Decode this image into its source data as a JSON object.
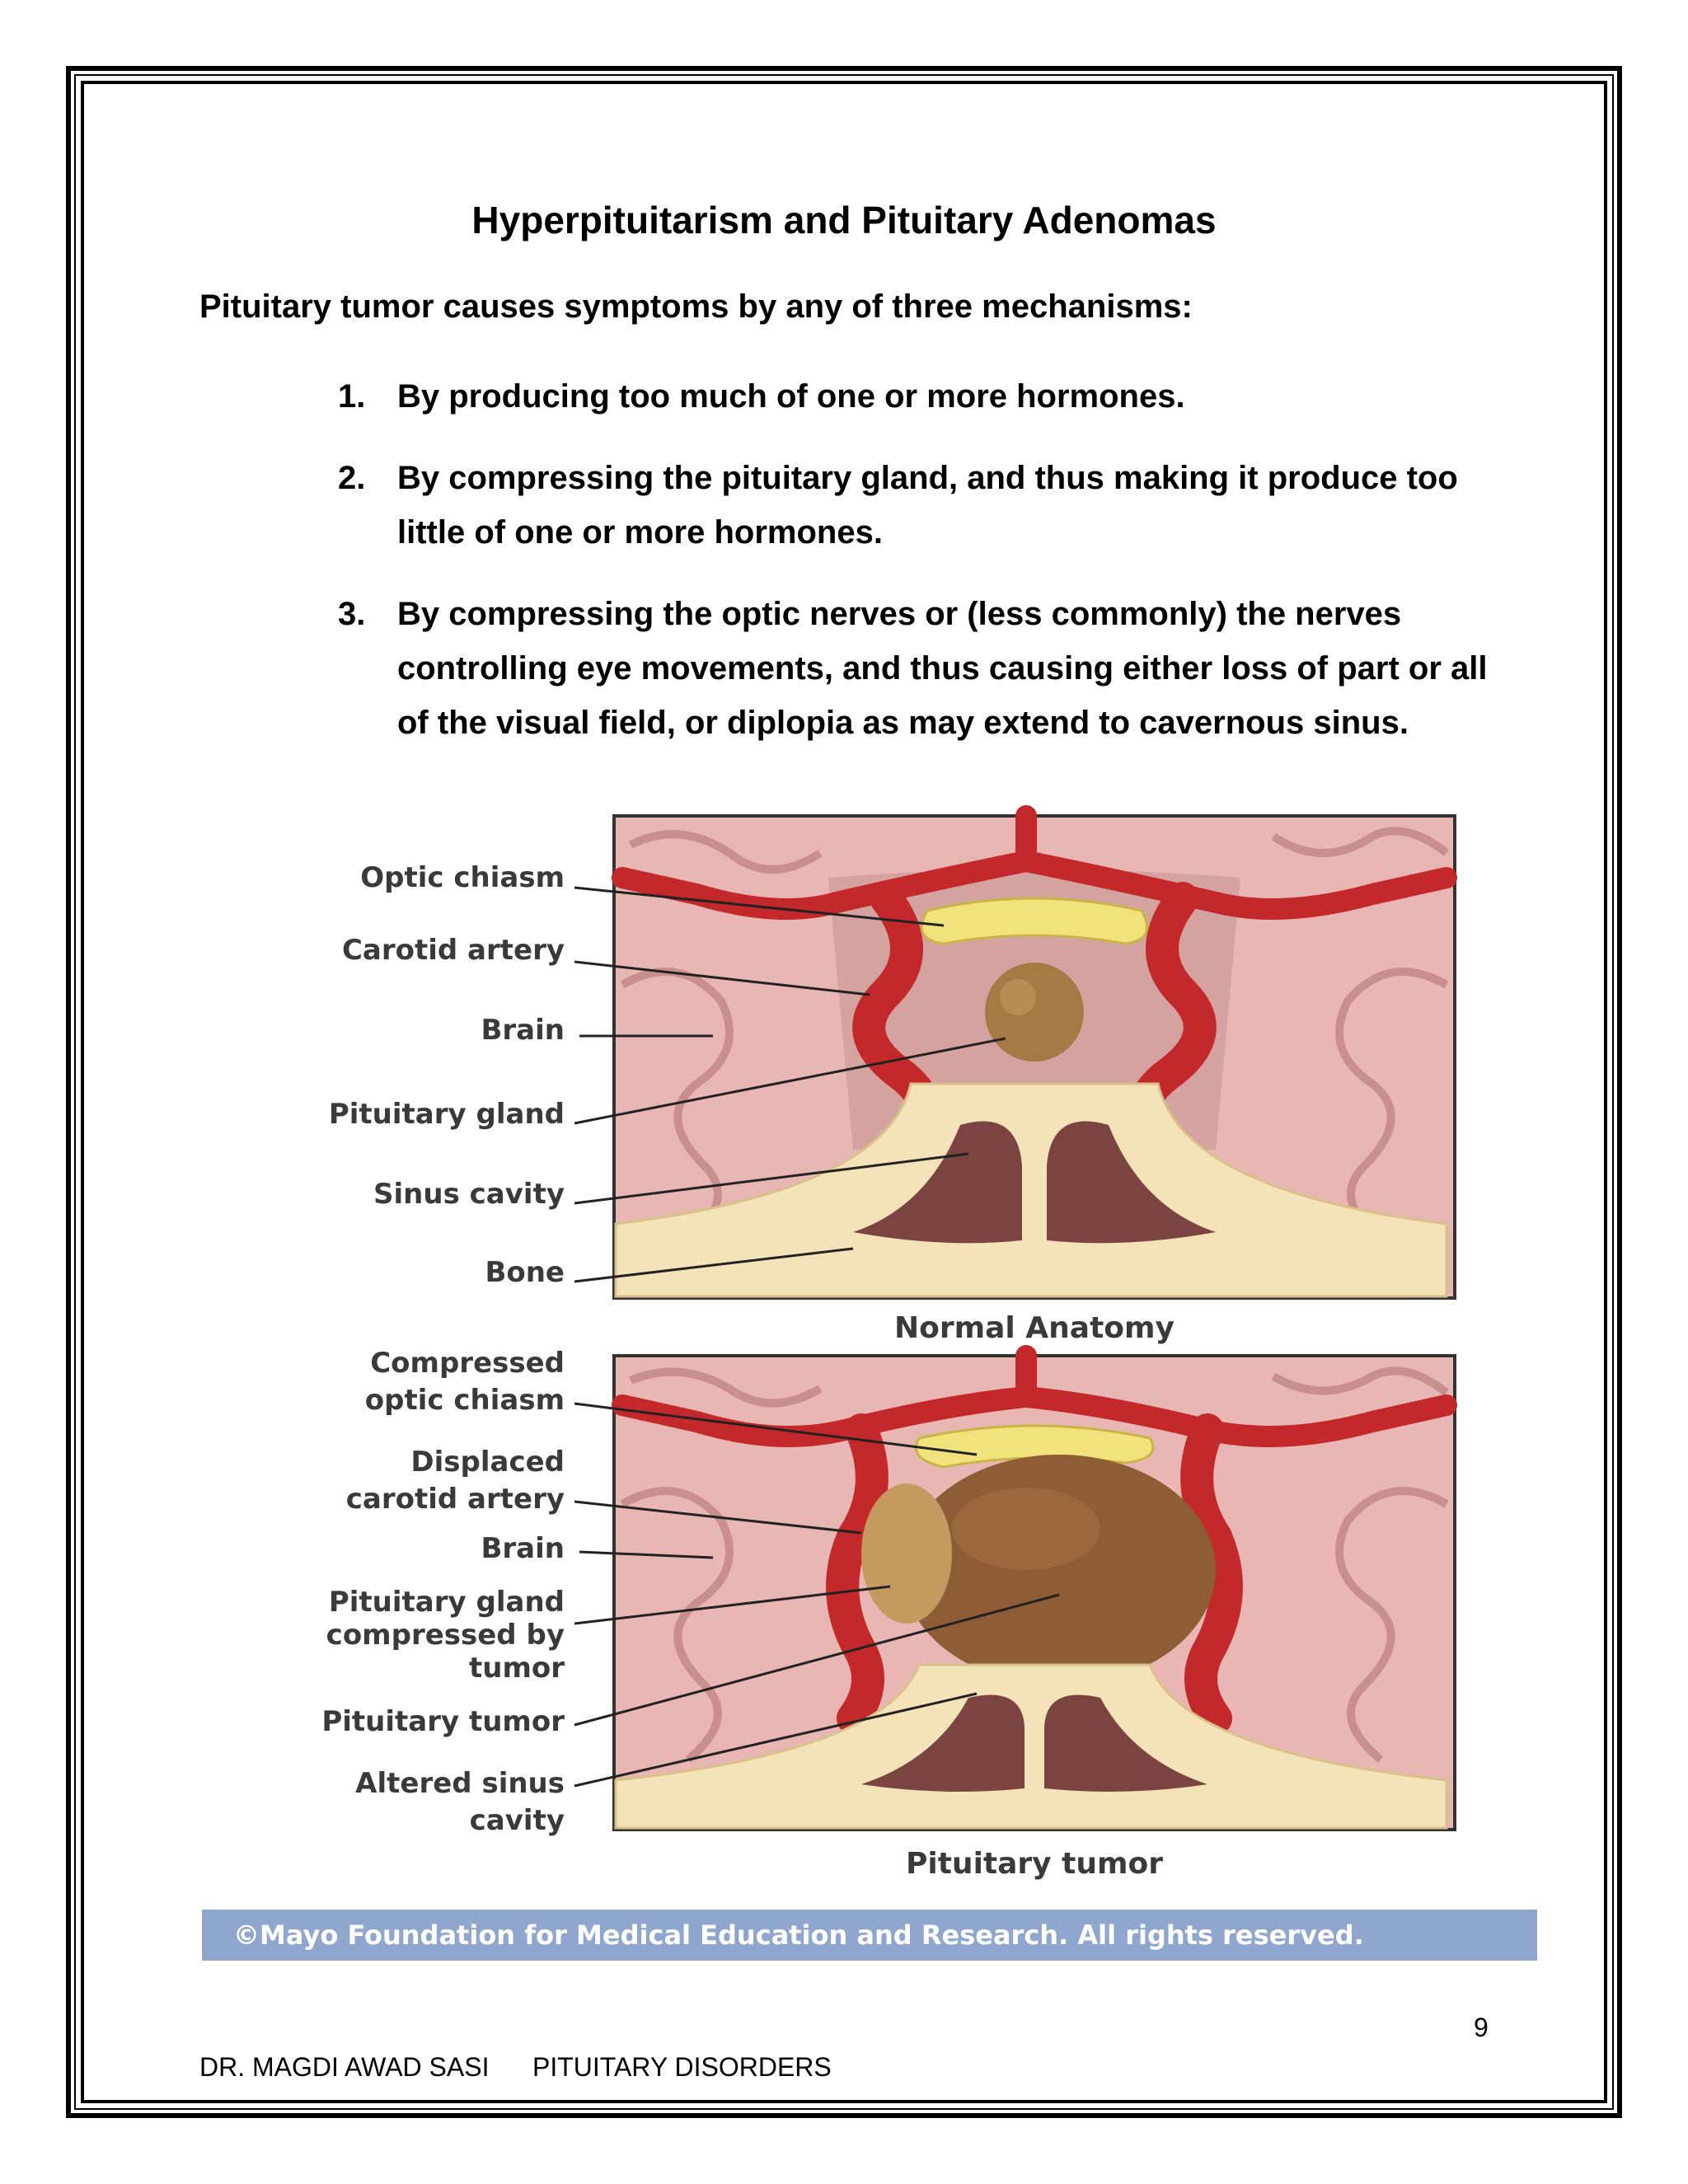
{
  "document": {
    "title": "Hyperpituitarism and  Pituitary Adenomas",
    "intro": "Pituitary tumor causes symptoms by any of three mechanisms:",
    "mechanisms": [
      {
        "number": "1.",
        "text": "By producing too much of one or more hormones."
      },
      {
        "number": "2.",
        "text": "By compressing the pituitary gland, and thus making it produce too little of one or more hormones."
      },
      {
        "number": "3.",
        "text": "By compressing the optic nerves or (less commonly) the nerves controlling eye movements, and thus causing either loss of part or all of the visual field, or diplopia as may extend to cavernous sinus."
      }
    ]
  },
  "figure": {
    "normal_panel": {
      "caption": "Normal Anatomy",
      "labels": [
        "Optic chiasm",
        "Carotid artery",
        "Brain",
        "Pituitary gland",
        "Sinus cavity",
        "Bone"
      ]
    },
    "tumor_panel": {
      "caption": "Pituitary tumor",
      "labels": {
        "compressed_optic_chiasm": [
          "Compressed",
          "optic chiasm"
        ],
        "displaced_carotid_artery": [
          "Displaced",
          "carotid artery"
        ],
        "brain": "Brain",
        "pituitary_gland_compressed": [
          "Pituitary gland",
          "compressed by",
          "tumor"
        ],
        "pituitary_tumor": "Pituitary tumor",
        "altered_sinus_cavity": [
          "Altered sinus",
          "cavity"
        ]
      }
    },
    "copyright": "©Mayo Foundation for Medical Education and Research.  All rights reserved.",
    "colors": {
      "brain": "#e8b7b3",
      "brain_fold": "#c98f8c",
      "artery": "#c3282a",
      "optic_chiasm": "#f1e37c",
      "gland": "#a67a45",
      "tumor": "#8e5d35",
      "bone": "#f4e3b8",
      "sinus": "#7c4440",
      "copyright_bar": "#8fa6cf"
    }
  },
  "footer": {
    "page_number": "9",
    "author": "DR. MAGDI  AWAD  SASI",
    "topic": "PITUITARY  DISORDERS"
  }
}
